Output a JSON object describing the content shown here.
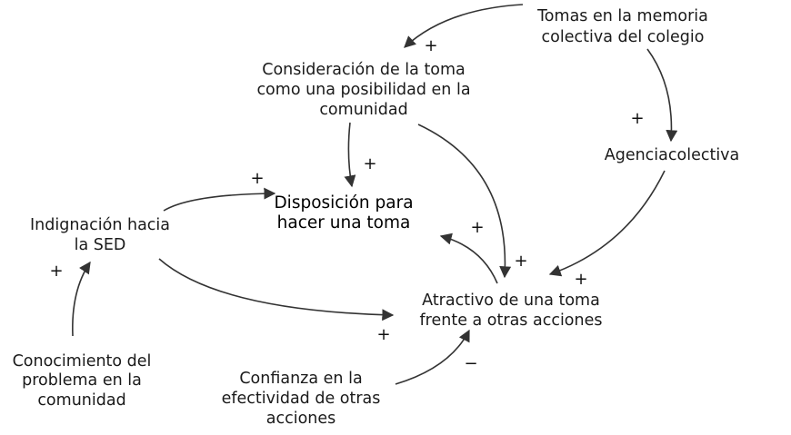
{
  "nodes": {
    "tomas": [
      "Tomas en la memoria",
      "colectiva del colegio"
    ],
    "consideracion": [
      "Consideración de la toma",
      "como una posibilidad en la",
      "comunidad"
    ],
    "agencia": [
      "Agenciacolectiva"
    ],
    "disposicion": [
      "Disposición para",
      "hacer una toma"
    ],
    "indignacion": [
      "Indignación hacia",
      "la SED"
    ],
    "atractivo": [
      "Atractivo de una toma",
      "frente a otras acciones"
    ],
    "conocimiento": [
      "Conocimiento del",
      "problema en la",
      "comunidad"
    ],
    "confianza": [
      "Confianza en la",
      "efectividad de otras",
      "acciones"
    ]
  },
  "links": [
    {
      "from": "tomas",
      "to": "consideracion",
      "polarity": "+"
    },
    {
      "from": "tomas",
      "to": "agencia",
      "polarity": "+"
    },
    {
      "from": "consideracion",
      "to": "disposicion",
      "polarity": "+"
    },
    {
      "from": "consideracion",
      "to": "atractivo",
      "polarity": "+"
    },
    {
      "from": "agencia",
      "to": "atractivo",
      "polarity": "+"
    },
    {
      "from": "atractivo",
      "to": "disposicion",
      "polarity": "+"
    },
    {
      "from": "indignacion",
      "to": "disposicion",
      "polarity": "+"
    },
    {
      "from": "indignacion",
      "to": "atractivo",
      "polarity": "+"
    },
    {
      "from": "conocimiento",
      "to": "indignacion",
      "polarity": "+"
    },
    {
      "from": "confianza",
      "to": "atractivo",
      "polarity": "−"
    }
  ],
  "colors": {
    "edge": "#333333",
    "text": "#1a1a1a"
  }
}
